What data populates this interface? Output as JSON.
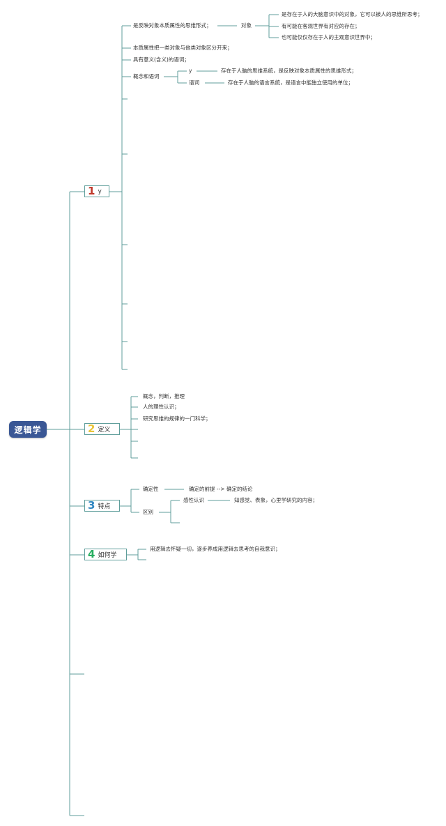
{
  "root": {
    "label": "逻辑学"
  },
  "sections": [
    {
      "num": "1",
      "num_color": "#c0392b",
      "label": "y",
      "children": [
        {
          "label": "是反映对象本质属性的思维形式；",
          "sub_label": "对象",
          "sub_children": [
            "是存在于人的大脑意识中的对象，它可以被人的思维所思考；",
            "有可能在客观世界有对应的存在；",
            "也可能仅仅存在于人的主观意识世界中；"
          ]
        },
        {
          "label": "本质属性把一类对象与他类对象区分开来；"
        },
        {
          "label": "具有意义(含义)的语词；"
        },
        {
          "label": "概念和语词",
          "pairs": [
            {
              "label": "y",
              "desc": "存在于人脑的思维系统，是反映对象本质属性的思维形式；"
            },
            {
              "label": "语词",
              "desc": "存在于人脑的语言系统，是语言中能独立使用的单位；"
            }
          ]
        }
      ]
    },
    {
      "num": "2",
      "num_color": "#e8c53a",
      "label": "定义",
      "children": [
        "概念，判断，推理",
        "人的理性认识；",
        "研究思维的规律的一门科学；"
      ]
    },
    {
      "num": "3",
      "num_color": "#2e86c1",
      "label": "特点",
      "children": [
        {
          "label": "确定性",
          "desc": "确定的前提 --> 确定的结论"
        },
        {
          "label": "区别",
          "sub_label": "感性认识",
          "desc": "知感觉、表象，心里学研究的内容；"
        }
      ]
    },
    {
      "num": "4",
      "num_color": "#27ae60",
      "label": "如何学",
      "children": [
        "用逻辑去怀疑一切，逐步养成用逻辑去思考的自我意识；"
      ]
    }
  ]
}
